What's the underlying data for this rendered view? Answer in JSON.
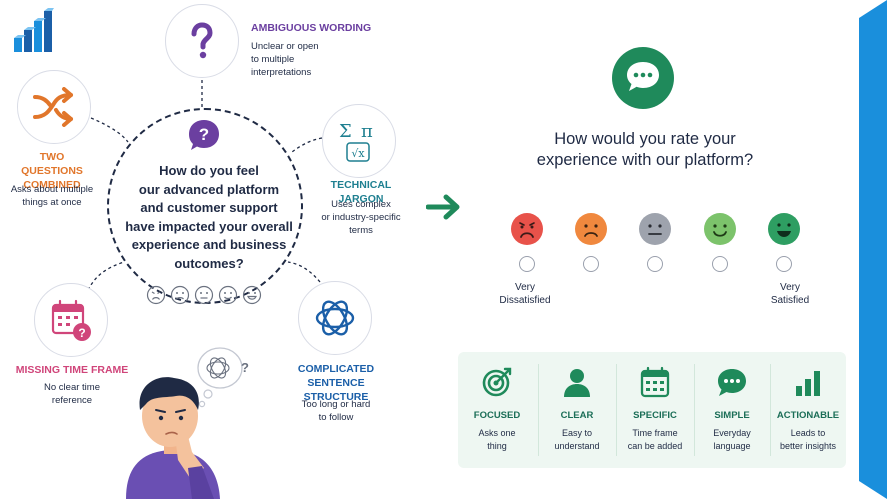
{
  "colors": {
    "accent_blue": "#1a8fdc",
    "purple": "#6b3fa0",
    "orange": "#e1762b",
    "teal": "#1e7f90",
    "pink": "#d0457a",
    "navy_blue": "#1b5fa8",
    "green": "#1f8a5b"
  },
  "center": {
    "question_lines": [
      "How do you feel",
      "our advanced platform",
      "and customer support",
      "have impacted your overall",
      "experience and business",
      "outcomes?"
    ]
  },
  "problems": {
    "ambiguous": {
      "title": "AMBIGUOUS WORDING",
      "desc_lines": [
        "Unclear or open",
        "to multiple",
        "interpretations"
      ],
      "icon": "question-mark-icon"
    },
    "two_questions": {
      "title_lines": [
        "TWO QUESTIONS",
        "COMBINED"
      ],
      "desc_lines": [
        "Asks about multiple",
        "things at once"
      ],
      "icon": "split-arrows-icon"
    },
    "jargon": {
      "title": "TECHNICAL JARGON",
      "desc_lines": [
        "Uses complex",
        "or industry-specific",
        "terms"
      ],
      "icon": "math-symbols-icon"
    },
    "time_frame": {
      "title": "MISSING TIME FRAME",
      "desc_lines": [
        "No clear time",
        "reference"
      ],
      "icon": "calendar-question-icon"
    },
    "complicated": {
      "title_lines": [
        "COMPLICATED",
        "SENTENCE STRUCTURE"
      ],
      "desc_lines": [
        "Too long or hard",
        "to follow"
      ],
      "icon": "tangled-knot-icon"
    }
  },
  "improved": {
    "question_lines": [
      "How would you rate your",
      "experience with our platform?"
    ],
    "scale_faces": [
      {
        "icon": "very-sad-face-icon",
        "color": "#e8524a"
      },
      {
        "icon": "sad-face-icon",
        "color": "#f0883e"
      },
      {
        "icon": "neutral-face-icon",
        "color": "#9ea3ad"
      },
      {
        "icon": "smile-face-icon",
        "color": "#7cc36b"
      },
      {
        "icon": "happy-face-icon",
        "color": "#2e9e62"
      }
    ],
    "scale_left_lines": [
      "Very",
      "Dissatisfied"
    ],
    "scale_right_lines": [
      "Very",
      "Satisfied"
    ]
  },
  "tips": [
    {
      "title": "FOCUSED",
      "desc_lines": [
        "Asks one",
        "thing"
      ],
      "icon": "target-icon"
    },
    {
      "title": "CLEAR",
      "desc_lines": [
        "Easy to",
        "understand"
      ],
      "icon": "person-icon"
    },
    {
      "title": "SPECIFIC",
      "desc_lines": [
        "Time frame",
        "can be added"
      ],
      "icon": "calendar-icon"
    },
    {
      "title": "SIMPLE",
      "desc_lines": [
        "Everyday",
        "language"
      ],
      "icon": "chat-bubble-icon"
    },
    {
      "title": "ACTIONABLE",
      "desc_lines": [
        "Leads to",
        "better insights"
      ],
      "icon": "bar-chart-icon"
    }
  ]
}
